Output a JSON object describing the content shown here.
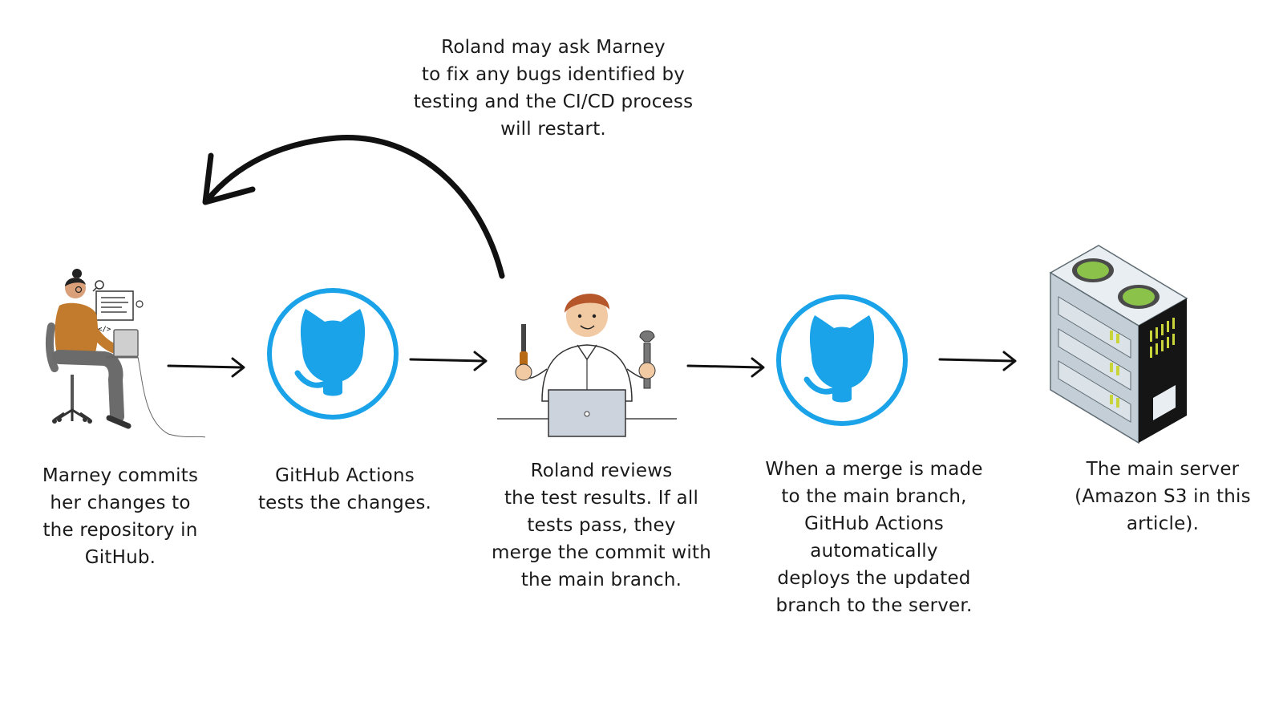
{
  "diagram": {
    "loop_note": "Roland may ask Marney\nto fix any bugs identified by\ntesting and the CI/CD process\nwill restart.",
    "steps": [
      {
        "caption": "Marney commits\nher changes to\nthe repository in\nGitHub.",
        "icon": "developer-at-laptop-icon"
      },
      {
        "caption": "GitHub Actions\ntests the changes.",
        "icon": "github-octocat-icon"
      },
      {
        "caption": "Roland reviews\nthe test results. If all\ntests pass, they\nmerge the commit with\nthe main branch.",
        "icon": "reviewer-with-tools-icon"
      },
      {
        "caption": "When a merge is made\nto the main branch,\nGitHub Actions\nautomatically\ndeploys the updated\nbranch to the server.",
        "icon": "github-octocat-icon"
      },
      {
        "caption": "The main server\n(Amazon S3 in this\narticle).",
        "icon": "server-rack-icon"
      }
    ],
    "colors": {
      "accent": "#1aa3e8",
      "ink": "#111111"
    }
  }
}
